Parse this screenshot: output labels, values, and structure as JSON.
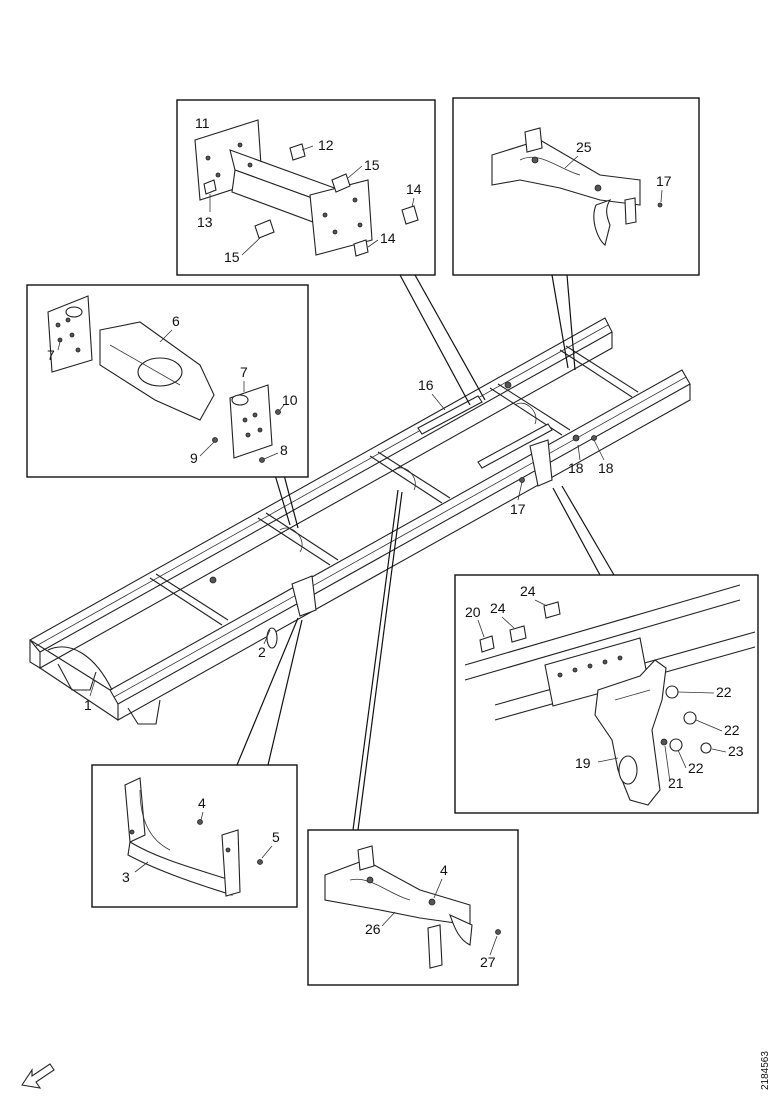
{
  "diagram": {
    "drawing_id": "2184563",
    "labels": {
      "p1": "1",
      "p2": "2",
      "p3": "3",
      "p4a": "4",
      "p4b": "4",
      "p5": "5",
      "p6": "6",
      "p7a": "7",
      "p7b": "7",
      "p8": "8",
      "p9": "9",
      "p10": "10",
      "p11": "11",
      "p12": "12",
      "p13": "13",
      "p14a": "14",
      "p14b": "14",
      "p15a": "15",
      "p15b": "15",
      "p16": "16",
      "p17a": "17",
      "p17b": "17",
      "p18a": "18",
      "p18b": "18",
      "p19": "19",
      "p20": "20",
      "p21": "21",
      "p22a": "22",
      "p22b": "22",
      "p22c": "22",
      "p23": "23",
      "p24a": "24",
      "p24b": "24",
      "p25": "25",
      "p26": "26",
      "p27": "27"
    }
  }
}
